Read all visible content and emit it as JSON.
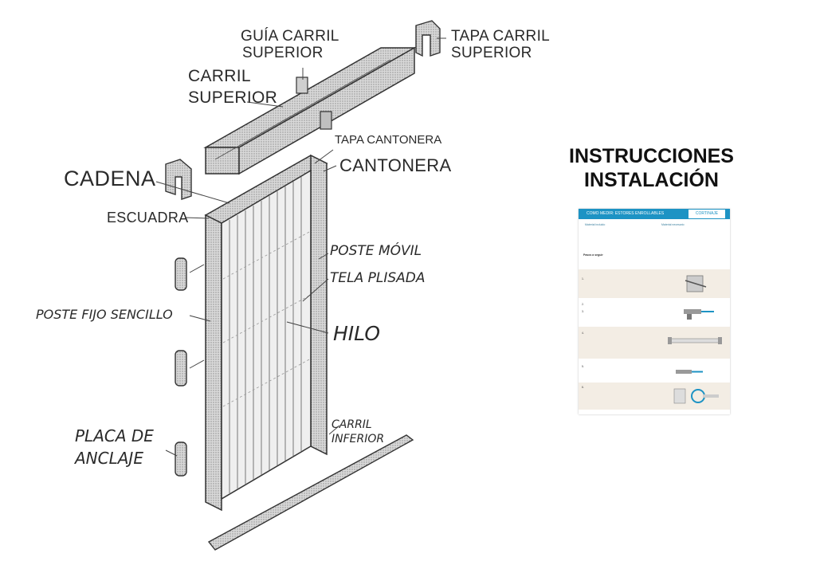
{
  "labels": {
    "guia_carril_superior": [
      "GUÍA CARRIL",
      "SUPERIOR"
    ],
    "tapa_carril_superior": [
      "TAPA CARRIL",
      "SUPERIOR"
    ],
    "carril_superior": [
      "CARRIL",
      "SUPERIOR"
    ],
    "tapa_cantonera": "TAPA CANTONERA",
    "cantonera": "CANTONERA",
    "cadena": "CADENA",
    "escuadra": "ESCUADRA",
    "poste_movil": "POSTE MÓVIL",
    "tela_plisada": "TELA PLISADA",
    "poste_fijo_sencillo": "POSTE FIJO SENCILLO",
    "hilo": "HILO",
    "placa_de_anclaje": [
      "PLACA DE",
      "ANCLAJE"
    ],
    "carril_inferior": [
      "CARRIL",
      "INFERIOR"
    ]
  },
  "instructions": {
    "title": [
      "INSTRUCCIONES",
      "INSTALACIÓN"
    ],
    "doc_header": "COMO MEDIR: ESTORES ENROLLABLES",
    "doc_brand": "CORTINAJE",
    "col1_heading": "Material incluido",
    "col2_heading": "Material necesario",
    "steps_heading": "Pasos a seguir",
    "step_numbers": [
      "1.",
      "2.",
      "3.",
      "4.",
      "5.",
      "6."
    ]
  },
  "colors": {
    "accent": "#1d93c4",
    "step_band": "#f3ede4",
    "line_art": "#3a3a3a"
  }
}
